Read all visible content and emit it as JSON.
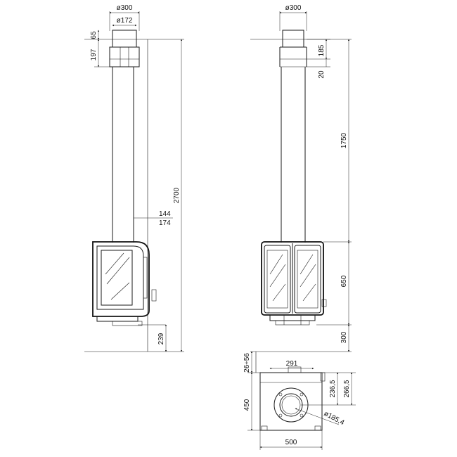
{
  "side_view": {
    "dims": {
      "flue_diameter_outer": "ø300",
      "flue_diameter_inner": "ø172",
      "top_cap": "65",
      "collar": "197",
      "total_height": "2700",
      "offset_144": "144",
      "offset_174": "174",
      "floor_clearance": "239"
    }
  },
  "front_view": {
    "dims": {
      "flue_diameter": "ø300",
      "dim_185": "185",
      "dim_20": "20",
      "dim_1750": "1750",
      "dim_650": "650",
      "dim_300": "300"
    }
  },
  "plan_view": {
    "dims": {
      "dim_26_56": "26÷56",
      "dim_291": "291",
      "dim_236_5": "236,5",
      "dim_266_5": "266,5",
      "dim_450": "450",
      "dim_185_4": "ø185,4",
      "dim_500": "500"
    }
  }
}
